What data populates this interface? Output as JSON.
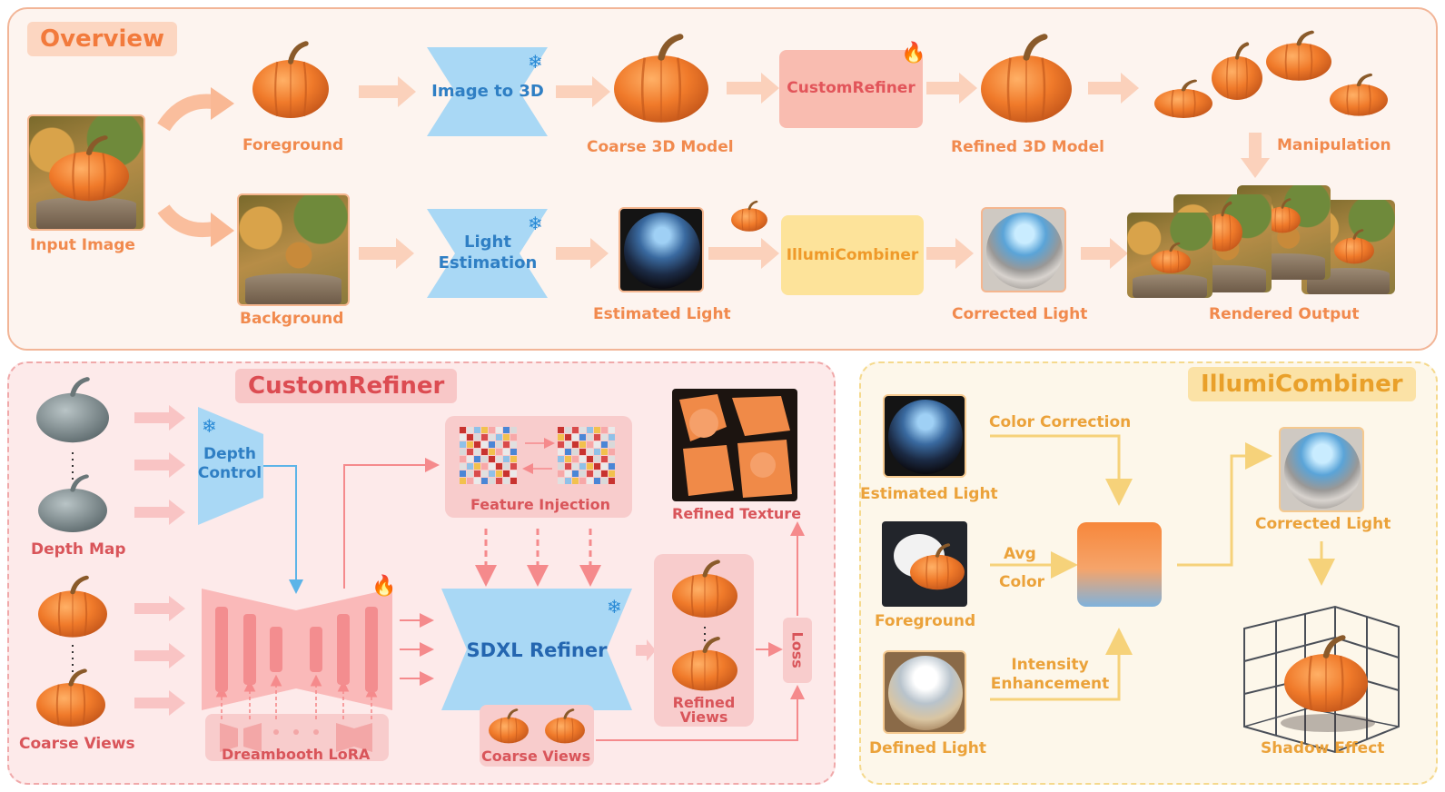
{
  "overview": {
    "title": "Overview",
    "input_image": "Input Image",
    "foreground": "Foreground",
    "background": "Background",
    "image_to_3d": "Image to 3D",
    "light_estimation": "Light\nEstimation",
    "coarse_model": "Coarse 3D Model",
    "estimated_light": "Estimated Light",
    "custom_refiner": "CustomRefiner",
    "illumi_combiner": "IllumiCombiner",
    "refined_model": "Refined 3D Model",
    "corrected_light": "Corrected Light",
    "manipulation": "Manipulation",
    "rendered_output": "Rendered Output"
  },
  "refiner": {
    "title": "CustomRefiner",
    "depth_map": "Depth Map",
    "coarse_views": "Coarse Views",
    "depth_control": "Depth\nControl",
    "dreambooth_lora": "Dreambooth LoRA",
    "feature_injection": "Feature Injection",
    "sdxl_refiner": "SDXL Refiner",
    "refined_texture": "Refined Texture",
    "refined_views": "Refined\nViews",
    "loss": "Loss",
    "coarse_views_bottom": "Coarse Views"
  },
  "illumi": {
    "title": "IllumiCombiner",
    "estimated_light": "Estimated Light",
    "foreground": "Foreground",
    "defined_light": "Defined Light",
    "color_correction": "Color Correction",
    "avg": "Avg",
    "color": "Color",
    "intensity_enhancement": "Intensity\nEnhancement",
    "corrected_light": "Corrected Light",
    "shadow_effect": "Shadow Effect"
  },
  "colors": {
    "orange": "#f18a4e",
    "red": "#d9555a",
    "yellow": "#eba23a",
    "blue": "#2f7fc4",
    "pumpkin": "#f07a2a"
  }
}
